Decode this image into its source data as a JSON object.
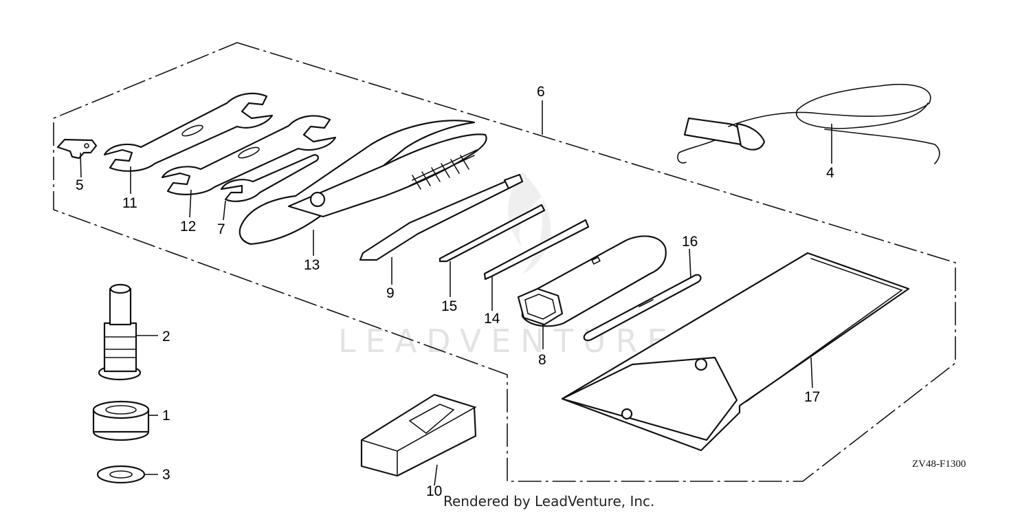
{
  "watermark": "LEADVENTURE",
  "diagram_code": "ZV48-F1300",
  "footer": "Rendered by LeadVenture, Inc.",
  "callouts": {
    "p1": "1",
    "p2": "2",
    "p3": "3",
    "p4": "4",
    "p5": "5",
    "p6": "6",
    "p7": "7",
    "p8": "8",
    "p9": "9",
    "p10": "10",
    "p11": "11",
    "p12": "12",
    "p13": "13",
    "p14": "14",
    "p15": "15",
    "p16": "16",
    "p17": "17"
  }
}
